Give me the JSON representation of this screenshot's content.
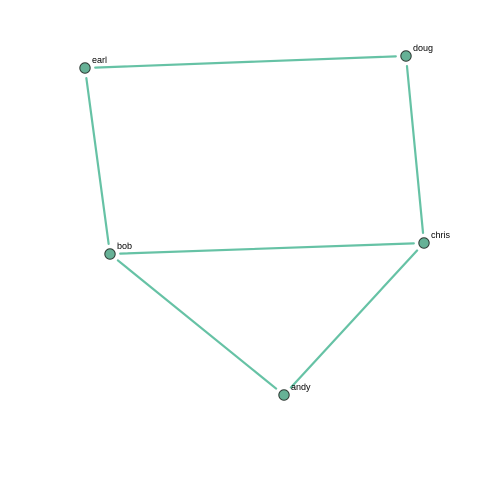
{
  "graph": {
    "nodes": [
      {
        "id": "earl",
        "label": "earl"
      },
      {
        "id": "doug",
        "label": "doug"
      },
      {
        "id": "bob",
        "label": "bob"
      },
      {
        "id": "chris",
        "label": "chris"
      },
      {
        "id": "andy",
        "label": "andy"
      }
    ],
    "edges": [
      {
        "source": "earl",
        "target": "doug"
      },
      {
        "source": "earl",
        "target": "bob"
      },
      {
        "source": "doug",
        "target": "chris"
      },
      {
        "source": "bob",
        "target": "chris"
      },
      {
        "source": "bob",
        "target": "andy"
      },
      {
        "source": "chris",
        "target": "andy"
      }
    ],
    "edge_color": "#66c2a5",
    "node_color": "#66b196"
  }
}
